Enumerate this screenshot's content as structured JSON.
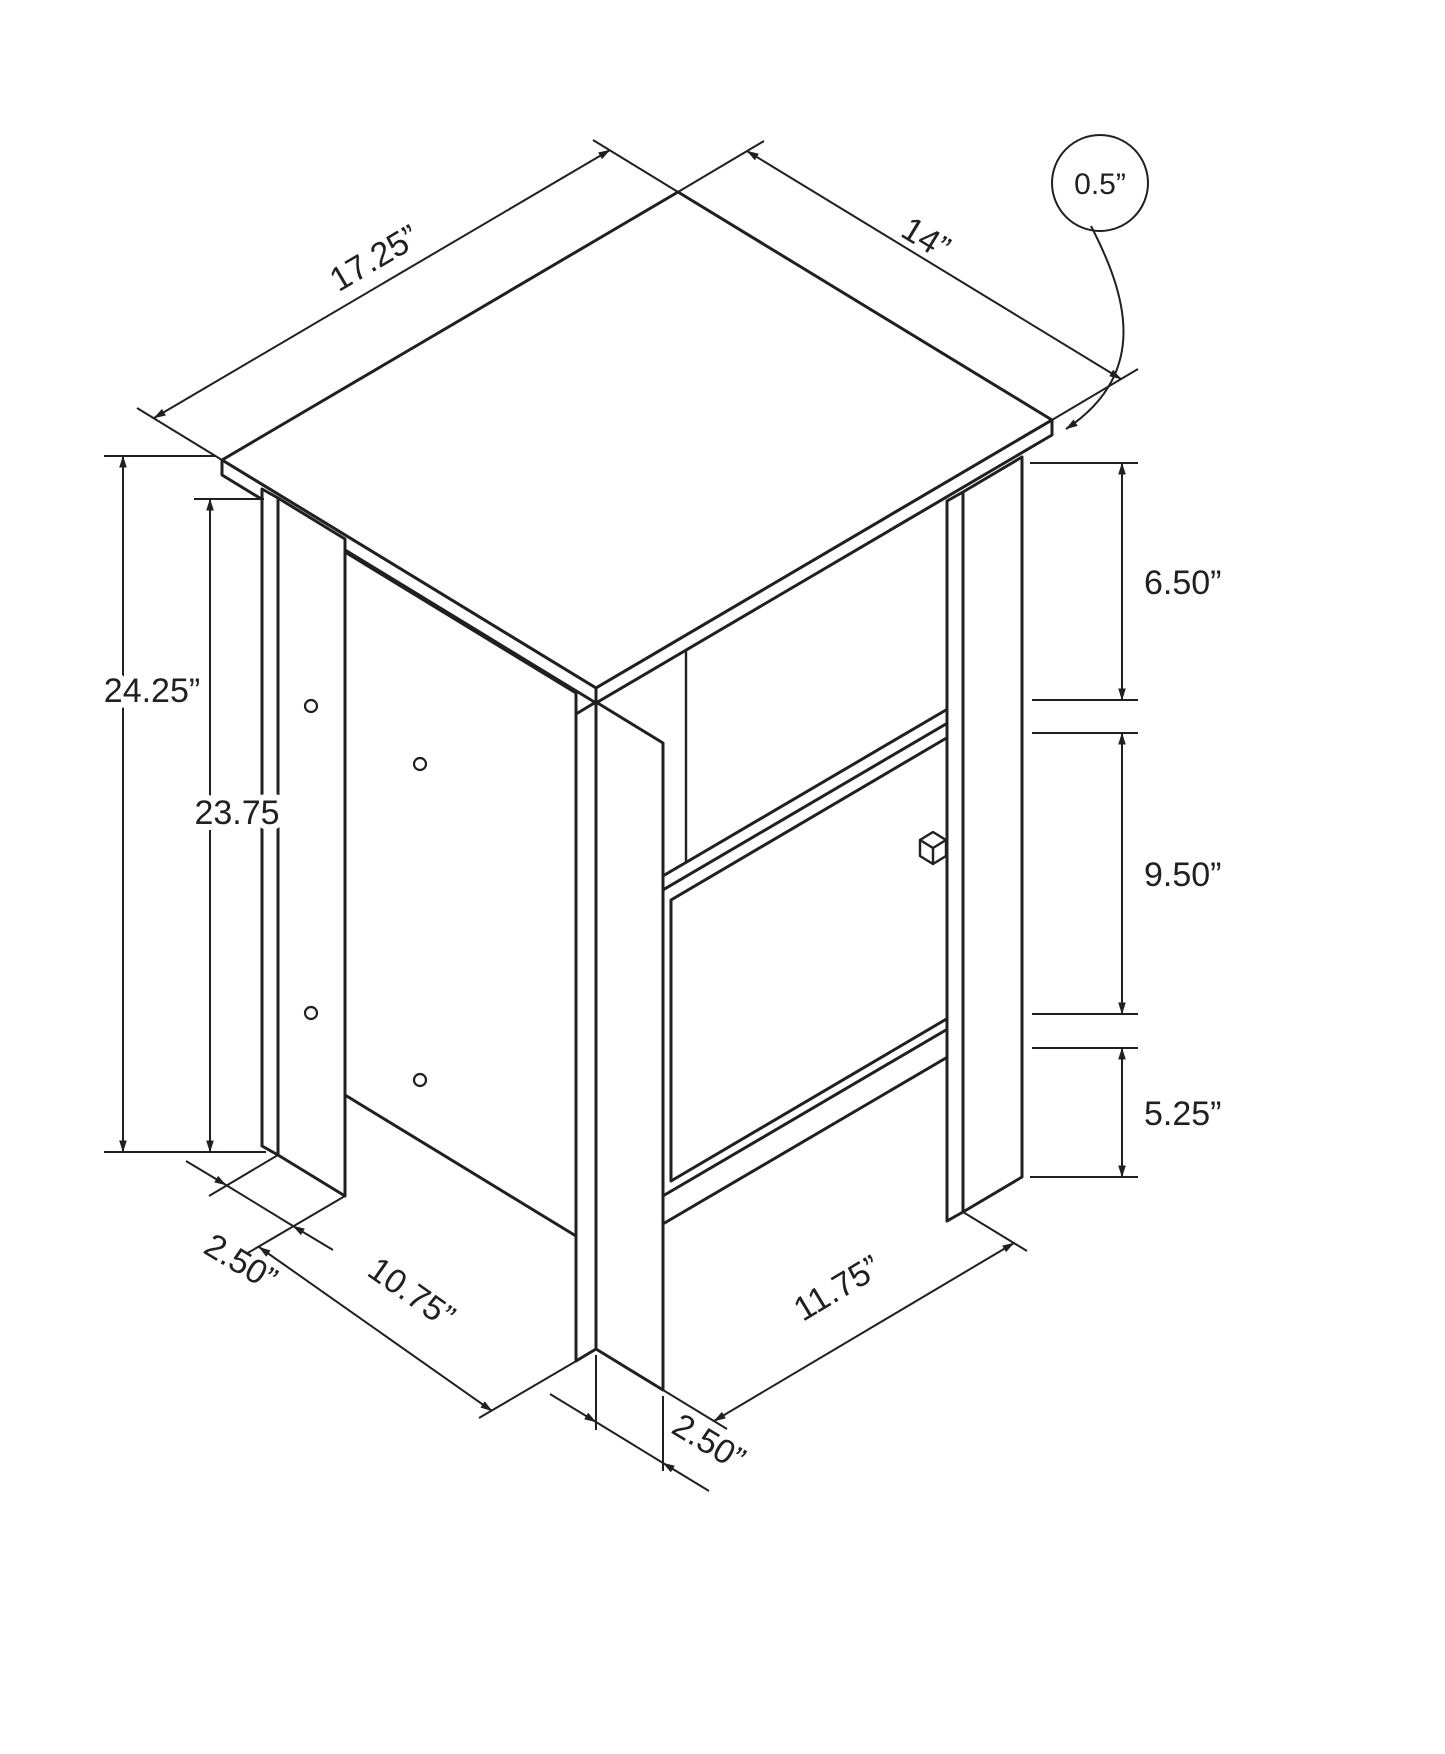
{
  "drawing": {
    "background": "#ffffff",
    "line_color": "#231f20"
  },
  "dimensions": {
    "top_depth": "17.25”",
    "top_width": "14”",
    "top_thickness": "0.5”",
    "overall_height": "24.25”",
    "leg_height": "23.75",
    "open_shelf_height": "6.50”",
    "door_height": "9.50”",
    "bottom_clearance": "5.25”",
    "left_leg_width": "2.50”",
    "left_base_span": "10.75”",
    "right_base_span": "11.75”",
    "front_leg_width": "2.50”"
  }
}
